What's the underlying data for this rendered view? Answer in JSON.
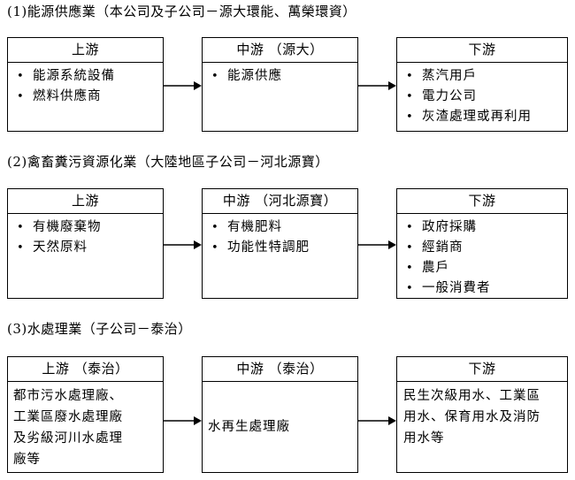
{
  "sections": [
    {
      "title": "(1)能源供應業（本公司及子公司－源大環能、萬榮環資）",
      "upstream": {
        "header": "上游",
        "items": [
          "能源系統設備",
          "燃料供應商"
        ]
      },
      "midstream": {
        "header": "中游 （源大）",
        "items": [
          "能源供應"
        ]
      },
      "downstream": {
        "header": "下游",
        "items": [
          "蒸汽用戶",
          "電力公司",
          "灰渣處理或再利用"
        ]
      }
    },
    {
      "title": "(2)禽畜糞污資源化業（大陸地區子公司－河北源寶）",
      "upstream": {
        "header": "上游",
        "items": [
          "有機廢棄物",
          "天然原料"
        ]
      },
      "midstream": {
        "header": "中游 （河北源寶）",
        "items": [
          "有機肥料",
          "功能性特調肥"
        ]
      },
      "downstream": {
        "header": "下游",
        "items": [
          "政府採購",
          "經銷商",
          "農戶",
          "一般消費者"
        ]
      }
    },
    {
      "title": "(3)水處理業（子公司－泰治）",
      "upstream": {
        "header": "上游 （泰治）",
        "lines": [
          "都市污水處理廠、",
          "工業區廢水處理廠",
          "及劣級河川水處理",
          "廠等"
        ]
      },
      "midstream": {
        "header": "中游 （泰治）",
        "lines": [
          "水再生處理廠"
        ]
      },
      "downstream": {
        "header": "下游",
        "lines": [
          "民生次級用水、工業區",
          "用水、保育用水及消防",
          "用水等"
        ]
      }
    }
  ]
}
